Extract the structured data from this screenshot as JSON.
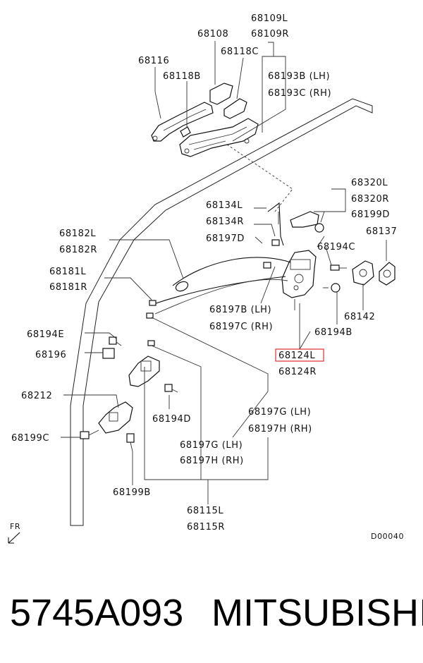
{
  "labels": {
    "l68109L": "68109L",
    "l68109R": "68109R",
    "l68108": "68108",
    "l68118C": "68118C",
    "l68116": "68116",
    "l68118B": "68118B",
    "l68193B": "68193B (LH)",
    "l68193C": "68193C (RH)",
    "l68320L": "68320L",
    "l68320R": "68320R",
    "l68134L": "68134L",
    "l68134R": "68134R",
    "l68199D": "68199D",
    "l68137": "68137",
    "l68182L": "68182L",
    "l68182R": "68182R",
    "l68197D": "68197D",
    "l68194C": "68194C",
    "l68181L": "68181L",
    "l68181R": "68181R",
    "l68197B": "68197B (LH)",
    "l68197C": "68197C (RH)",
    "l68142": "68142",
    "l68194B": "68194B",
    "l68194E": "68194E",
    "l68196": "68196",
    "l68124L": "68124L",
    "l68124R": "68124R",
    "l68212": "68212",
    "l68194D": "68194D",
    "l68199C": "68199C",
    "l68197G_lh": "68197G (LH)",
    "l68197H_rh": "68197H (RH)",
    "l68197G_lh2": "68197G (LH)",
    "l68197H_rh2": "68197H (RH)",
    "l68199B": "68199B",
    "l68115L": "68115L",
    "l68115R": "68115R",
    "fr": "FR",
    "diagram_code": "D00040"
  },
  "footer": {
    "part_number": "5745A093",
    "brand": "MITSUBISHI"
  },
  "colors": {
    "highlight": "#e03030",
    "ink": "#111111"
  }
}
